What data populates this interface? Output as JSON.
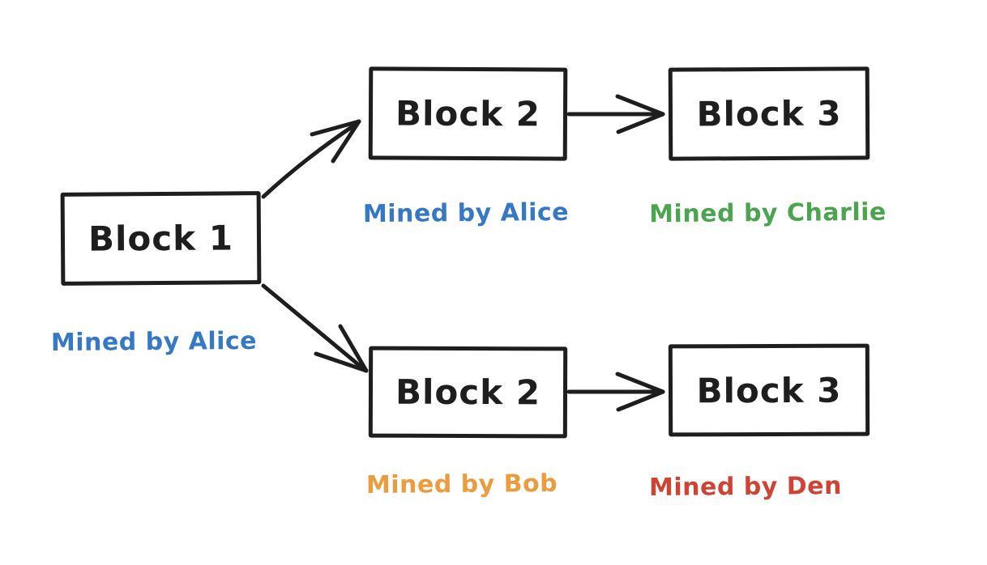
{
  "diagram": {
    "title": "Blockchain fork diagram",
    "background_color": "#ffffff",
    "ink_color": "#1e1e1e",
    "colors": {
      "blue": "#3478c6",
      "green": "#4aa54e",
      "orange": "#eb9d3e",
      "red": "#cf4334"
    },
    "nodes": [
      {
        "id": "block1",
        "label": "Block 1",
        "miner_label": "Mined by Alice",
        "miner_color": "#3478c6"
      },
      {
        "id": "block2-top",
        "label": "Block 2",
        "miner_label": "Mined by Alice",
        "miner_color": "#3478c6"
      },
      {
        "id": "block3-top",
        "label": "Block 3",
        "miner_label": "Mined by Charlie",
        "miner_color": "#4aa54e"
      },
      {
        "id": "block2-bottom",
        "label": "Block 2",
        "miner_label": "Mined by Bob",
        "miner_color": "#eb9d3e"
      },
      {
        "id": "block3-bottom",
        "label": "Block 3",
        "miner_label": "Mined by Den",
        "miner_color": "#cf4334"
      }
    ],
    "edges": [
      {
        "from": "block1",
        "to": "block2-top"
      },
      {
        "from": "block1",
        "to": "block2-bottom"
      },
      {
        "from": "block2-top",
        "to": "block3-top"
      },
      {
        "from": "block2-bottom",
        "to": "block3-bottom"
      }
    ]
  }
}
